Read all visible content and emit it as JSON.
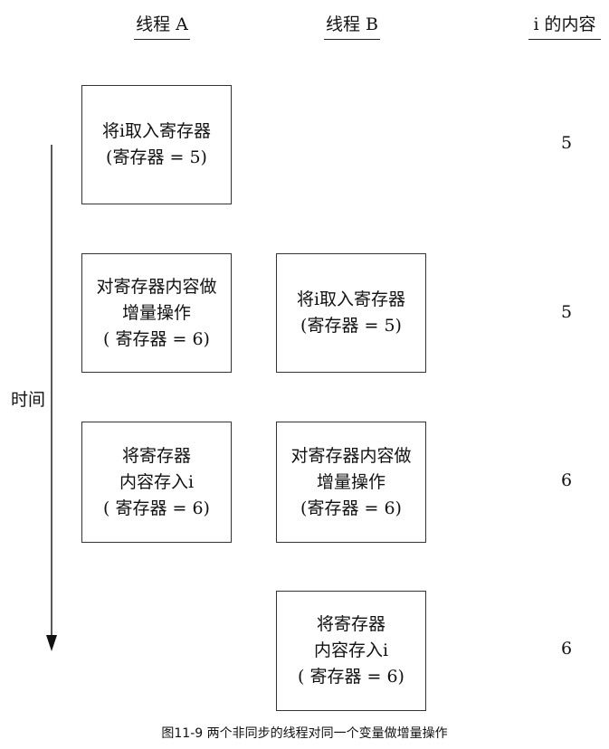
{
  "headers": {
    "thread_a": "线程 A",
    "thread_b": "线程 B",
    "i_content": "i 的内容"
  },
  "time_label": "时间",
  "steps": [
    {
      "thread_a": [
        "将i取入寄存器",
        "(寄存器 = 5)"
      ],
      "thread_b": [],
      "i_value": "5"
    },
    {
      "thread_a": [
        "对寄存器内容做",
        "增量操作",
        "( 寄存器 = 6)"
      ],
      "thread_b": [
        "将i取入寄存器",
        "(寄存器 = 5)"
      ],
      "i_value": "5"
    },
    {
      "thread_a": [
        "将寄存器",
        "内容存入i",
        "( 寄存器 = 6)"
      ],
      "thread_b": [
        "对寄存器内容做",
        "增量操作",
        "(寄存器 = 6)"
      ],
      "i_value": "6"
    },
    {
      "thread_a": [],
      "thread_b": [
        "将寄存器",
        "内容存入i",
        "( 寄存器 = 6)"
      ],
      "i_value": "6"
    }
  ],
  "caption": "图11-9 两个非同步的线程对同一个变量做增量操作"
}
